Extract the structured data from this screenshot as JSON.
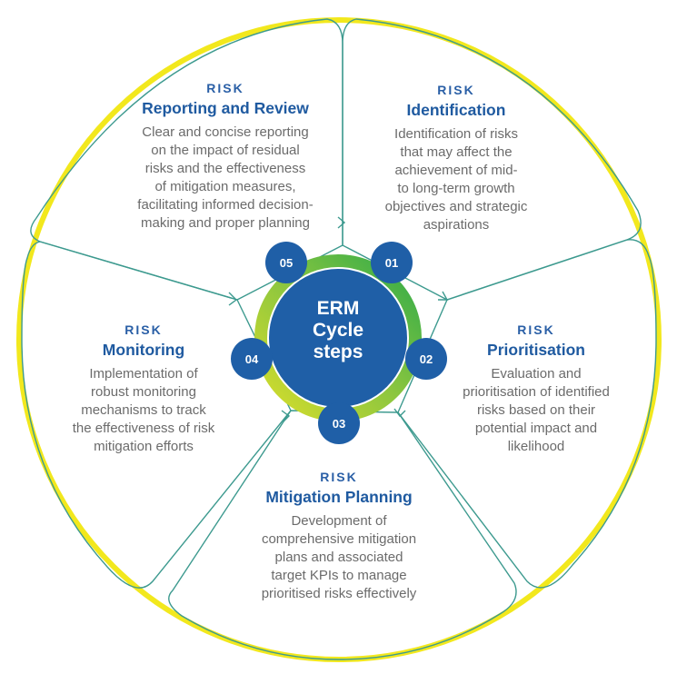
{
  "center": {
    "line1": "ERM",
    "line2": "Cycle",
    "line3": "steps"
  },
  "colors": {
    "outer_ring": "#f2e81d",
    "segment_line": "#3d9a8f",
    "badge": "#1f5fa7",
    "center_disc": "#1f5fa7",
    "ring_green": "#27a84a",
    "ring_yellow": "#dfe02a",
    "heading": "#1f5aa0",
    "body_text": "#6b6b6b"
  },
  "steps": [
    {
      "number": "01",
      "kicker": "RISK",
      "title": "Identification",
      "lines": [
        "Identification of risks",
        "that may affect the",
        "achievement of mid-",
        "to long-term growth",
        "objectives and strategic",
        "aspirations"
      ]
    },
    {
      "number": "02",
      "kicker": "RISK",
      "title": "Prioritisation",
      "lines": [
        "Evaluation and",
        "prioritisation of identified",
        "risks based on their",
        "potential impact and",
        "likelihood"
      ]
    },
    {
      "number": "03",
      "kicker": "RISK",
      "title": "Mitigation Planning",
      "lines": [
        "Development of",
        "comprehensive mitigation",
        "plans and associated",
        "target KPIs to manage",
        "prioritised risks effectively"
      ]
    },
    {
      "number": "04",
      "kicker": "RISK",
      "title": "Monitoring",
      "lines": [
        "Implementation of",
        "robust monitoring",
        "mechanisms to track",
        "the effectiveness of risk",
        "mitigation efforts"
      ]
    },
    {
      "number": "05",
      "kicker": "RISK",
      "title": "Reporting and Review",
      "lines": [
        "Clear and concise reporting",
        "on the impact of residual",
        "risks and the effectiveness",
        "of mitigation measures,",
        "facilitating informed decision-",
        "making and proper planning"
      ]
    }
  ]
}
